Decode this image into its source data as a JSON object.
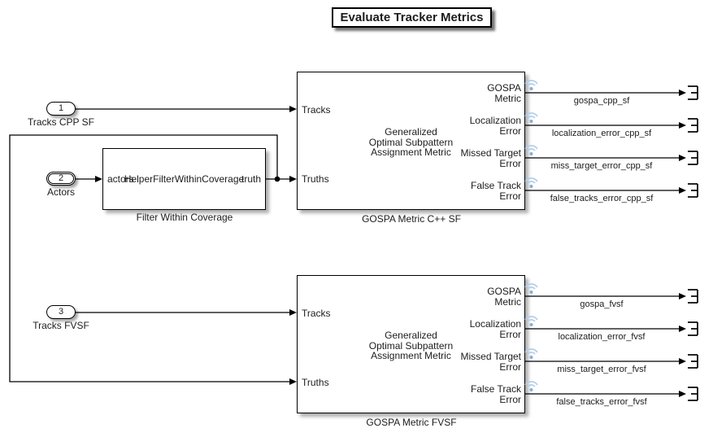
{
  "title": "Evaluate Tracker Metrics",
  "colors": {
    "wire": "#000000",
    "block_border": "#000000",
    "block_fill": "#ffffff",
    "badge_arc": "#b3cfeb",
    "badge_dot": "#85aed8"
  },
  "icons": {
    "badge": "signal-logging-icon",
    "terminator": "terminator-block",
    "junction": "branch-junction-dot",
    "arrow": "wire-arrowhead"
  },
  "inports": [
    {
      "number": "1",
      "label": "Tracks CPP SF"
    },
    {
      "number": "2",
      "label": "Actors"
    },
    {
      "number": "3",
      "label": "Tracks FVSF"
    }
  ],
  "filter_block": {
    "input_label": "actors",
    "center_label": "HelperFilterWithinCoverage",
    "output_label": "truth",
    "name": "Filter Within Coverage"
  },
  "gospa_blocks": [
    {
      "name": "GOSPA Metric C++ SF",
      "center_lines": [
        "Generalized",
        "Optimal Subpattern",
        "Assignment Metric"
      ],
      "inputs": [
        "Tracks",
        "Truths"
      ],
      "outputs": [
        [
          "GOSPA",
          "Metric"
        ],
        [
          "Localization",
          "Error"
        ],
        [
          "Missed Target",
          "Error"
        ],
        [
          "False Track",
          "Error"
        ]
      ],
      "signals": [
        "gospa_cpp_sf",
        "localization_error_cpp_sf",
        "miss_target_error_cpp_sf",
        "false_tracks_error_cpp_sf"
      ]
    },
    {
      "name": "GOSPA Metric FVSF",
      "center_lines": [
        "Generalized",
        "Optimal Subpattern",
        "Assignment Metric"
      ],
      "inputs": [
        "Tracks",
        "Truths"
      ],
      "outputs": [
        [
          "GOSPA",
          "Metric"
        ],
        [
          "Localization",
          "Error"
        ],
        [
          "Missed Target",
          "Error"
        ],
        [
          "False Track",
          "Error"
        ]
      ],
      "signals": [
        "gospa_fvsf",
        "localization_error_fvsf",
        "miss_target_error_fvsf",
        "false_tracks_error_fvsf"
      ]
    }
  ]
}
